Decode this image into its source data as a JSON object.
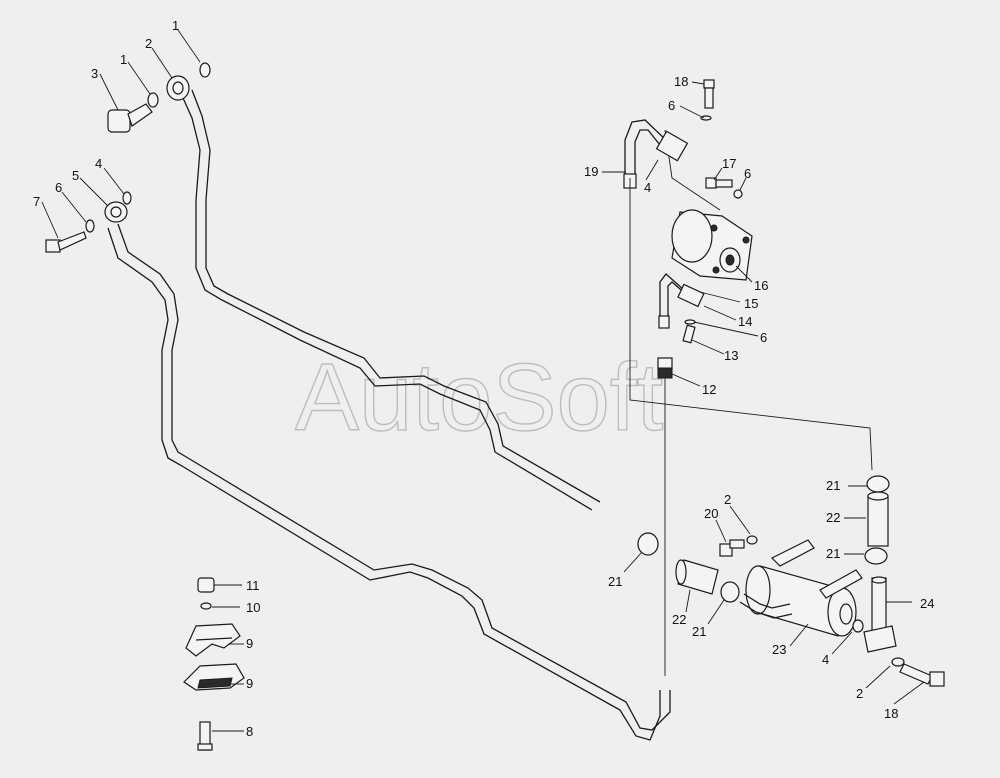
{
  "watermark": "AutoSoft",
  "callouts": [
    "1",
    "1",
    "2",
    "3",
    "4",
    "5",
    "6",
    "7",
    "18",
    "6",
    "19",
    "4",
    "17",
    "6",
    "16",
    "15",
    "14",
    "6",
    "13",
    "12",
    "21",
    "22",
    "21",
    "24",
    "2",
    "20",
    "21",
    "22",
    "21",
    "23",
    "4",
    "2",
    "18",
    "11",
    "10",
    "9",
    "9",
    "8"
  ]
}
